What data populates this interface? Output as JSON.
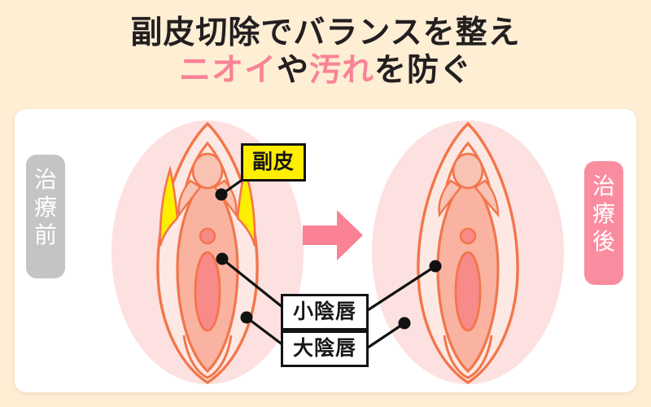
{
  "background_color": "#fdeed4",
  "card_color": "#ffffff",
  "title": {
    "line1": "副皮切除でバランスを整え",
    "line2_part1": "ニオイ",
    "line2_part2": "や",
    "line2_part3": "汚れ",
    "line2_part4": "を防ぐ",
    "dark_color": "#231f20",
    "pink_color": "#f98396"
  },
  "badges": {
    "before": {
      "chars": [
        "治",
        "療",
        "前"
      ],
      "text": "治療前",
      "background": "#c4c4c4",
      "text_color": "#ffffff"
    },
    "after": {
      "chars": [
        "治",
        "療",
        "後"
      ],
      "text": "治療後",
      "background": "#fa8ca0",
      "text_color": "#ffffff"
    }
  },
  "labels": {
    "fukuhi": {
      "text": "副皮",
      "background": "#ffee00",
      "border": "#141414",
      "text_color": "#181818"
    },
    "labia_minora": {
      "text": "小陰唇",
      "background": "#ffffff",
      "border": "#141414",
      "text_color": "#181818"
    },
    "labia_majora": {
      "text": "大陰唇",
      "background": "#ffffff",
      "border": "#141414",
      "text_color": "#181818"
    }
  },
  "arrow": {
    "direction": "right",
    "color": "#fb8195"
  },
  "illustration": {
    "halo_color": "#fde0e0",
    "outline_color": "#f2764a",
    "skin_light": "#fde8e4",
    "skin_mid": "#f9b3a0",
    "skin_deep": "#f59a8a",
    "inner_pink": "#f98a8a",
    "highlight_color": "#ffee00",
    "before_caption": "治療前",
    "after_caption": "治療後",
    "highlight_present_before": true,
    "highlight_present_after": false
  },
  "leader_dots": {
    "color": "#111111",
    "count": 5
  }
}
